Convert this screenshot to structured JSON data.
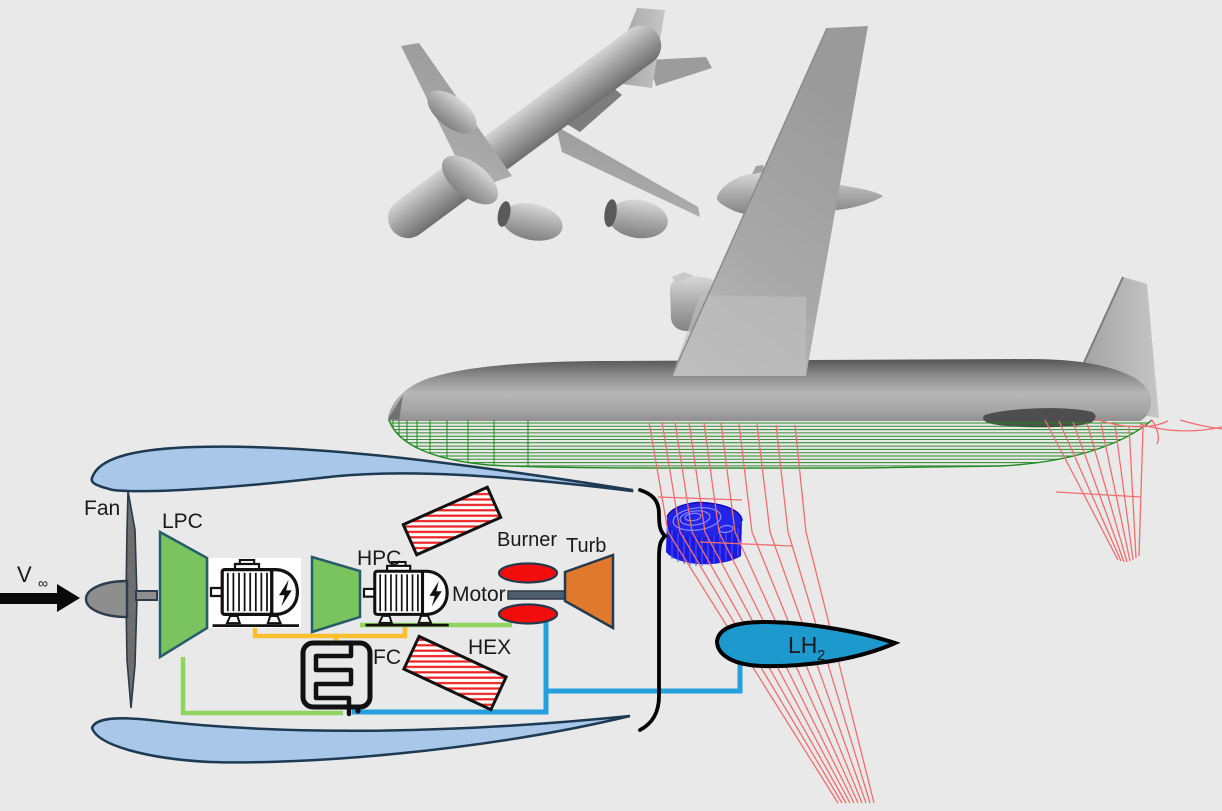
{
  "scene": {
    "background_color": "#e9e9e9",
    "freestream": {
      "label_main": "V",
      "label_sub": "∞"
    },
    "schematic": {
      "labels": {
        "fan": "Fan",
        "lpc": "LPC",
        "hpc": "HPC",
        "motor": "Motor",
        "burner": "Burner",
        "turbine": "Turb",
        "fuel_cell": "FC",
        "heat_exchanger": "HEX"
      },
      "colors": {
        "nacelle": "#a9c8e9",
        "compressor": "#79c45f",
        "turbine": "#e0792c",
        "burner": "#f20d0d",
        "electric_line": "#fcc02e",
        "power_line": "#8fd45f",
        "hydrogen_line": "#25a0dc"
      }
    },
    "tank": {
      "label_main": "LH",
      "label_sub": "2",
      "color": "#1d99cd"
    },
    "engine_marker_color": "#1b1be0",
    "wireframe": {
      "belly_color": "#1f8a1f",
      "wing_color": "#f26e6e"
    }
  }
}
